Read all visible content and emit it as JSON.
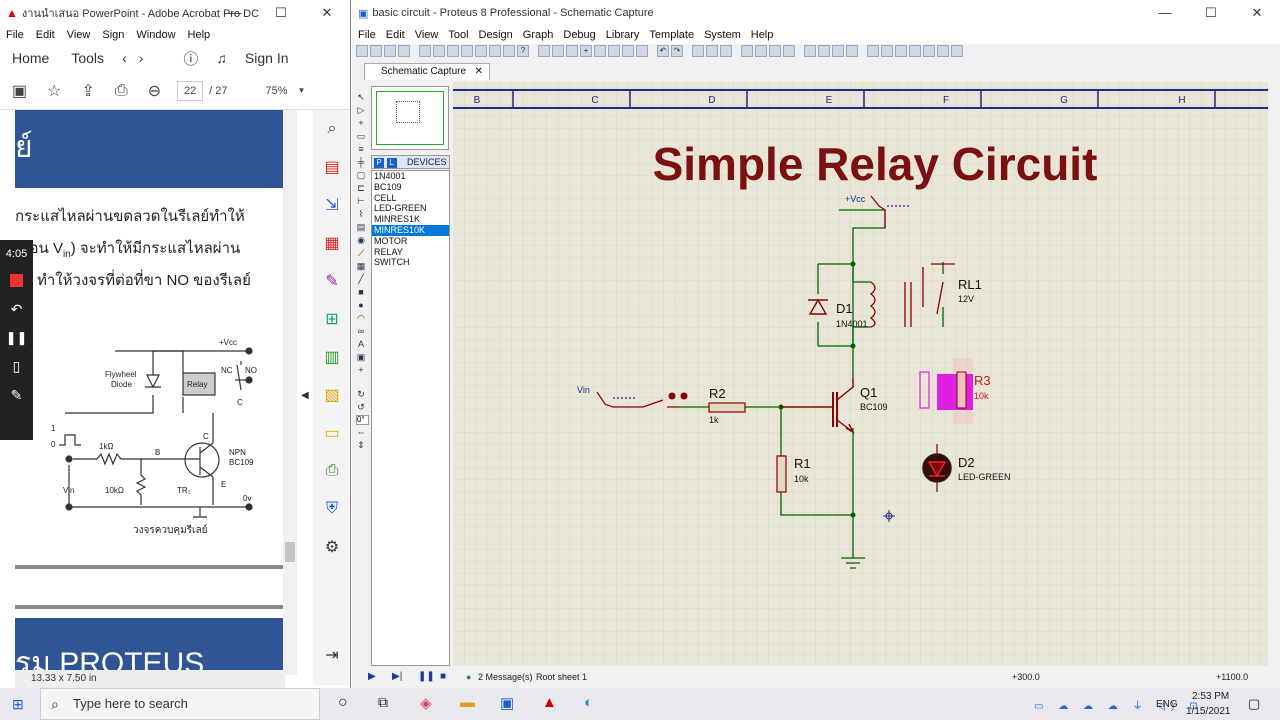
{
  "acrobat": {
    "title": "งานนำเสนอ PowerPoint - Adobe Acrobat Pro DC",
    "menu": [
      "File",
      "Edit",
      "View",
      "Sign",
      "Window",
      "Help"
    ],
    "nav": {
      "home": "Home",
      "tools": "Tools",
      "signin": "Sign In"
    },
    "page_current": "22",
    "page_total": "/ 27",
    "zoom": "75%",
    "doc": {
      "heading_frag": "ย์",
      "line1": "กระแสไหลผ่านขดลวดในรีเลย์ทำให้",
      "line2a": "(ป้อน V",
      "line2sub": "in",
      "line2b": ") จะทำให้มีกระแสไหลผ่าน",
      "line3": "ทำให้วงจรที่ต่อที่ขา NO ของรีเลย์",
      "footer_title": "รม PROTEUS",
      "diagram": {
        "vcc": "+Vcc",
        "nc": "NC",
        "no": "NO",
        "relay": "Relay",
        "flywheel1": "Flywheel",
        "flywheel2": "Diode",
        "c_top": "C",
        "one": "1",
        "zero": "0",
        "r1k": "1kΩ",
        "b": "B",
        "c": "C",
        "npn": "NPN",
        "bc109": "BC109",
        "vin": "Vin",
        "r10k": "10kΩ",
        "tr": "TR₁",
        "e": "E",
        "ov": "0v",
        "caption": "วงจรควบคุมรีเลย์"
      }
    },
    "rec_time": "4:05",
    "status": "13.33 x 7.50 in"
  },
  "proteus": {
    "title": "basic circuit - Proteus 8 Professional - Schematic Capture",
    "menu": [
      "File",
      "Edit",
      "View",
      "Tool",
      "Design",
      "Graph",
      "Debug",
      "Library",
      "Template",
      "System",
      "Help"
    ],
    "tab": "Schematic Capture",
    "devices_label": "DEVICES",
    "devices": [
      "1N4001",
      "BC109",
      "CELL",
      "LED-GREEN",
      "MINRES1K",
      "MINRES10K",
      "MOTOR",
      "RELAY",
      "SWITCH"
    ],
    "selected_device": "MINRES10K",
    "angle": "0°",
    "columns": [
      "B",
      "C",
      "D",
      "E",
      "F",
      "G",
      "H"
    ],
    "schematic": {
      "title": "Simple Relay Circuit",
      "vcc": "+Vcc",
      "vin": "Vin",
      "rl1": "RL1",
      "rl1_val": "12V",
      "d1": "D1",
      "d1_val": "1N4001",
      "r2": "R2",
      "r2_val": "1k",
      "q1": "Q1",
      "q1_val": "BC109",
      "r3": "R3",
      "r3_val": "10k",
      "r1": "R1",
      "r1_val": "10k",
      "d2": "D2",
      "d2_val": "LED-GREEN"
    },
    "status": {
      "messages": "2 Message(s)",
      "sheet": "Root sheet 1",
      "coord1": "+300.0",
      "coord2": "+1100.0"
    }
  },
  "taskbar": {
    "search_placeholder": "Type here to search",
    "lang": "ENG",
    "time": "2:53 PM",
    "date": "1/15/2021"
  },
  "colors": {
    "title_red": "#7a1010",
    "wire_green": "#006400",
    "component_red": "#8b0000",
    "grid_bg": "#e9e6d7",
    "highlight_magenta": "#e020e0",
    "pdf_blue": "#2f5597"
  }
}
